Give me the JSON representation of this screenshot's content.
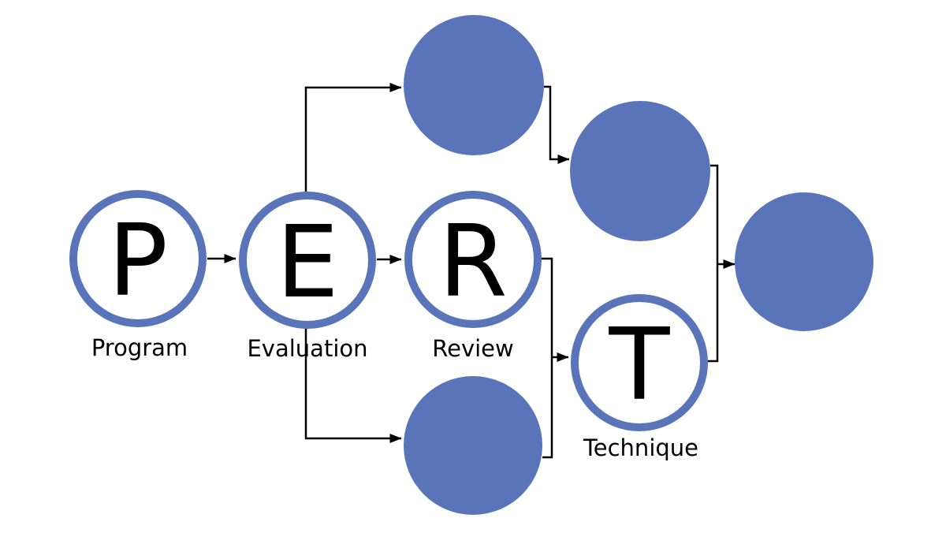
{
  "diagram": {
    "acronym": "PERT",
    "acronym_nodes": [
      {
        "letter": "P",
        "label": "Program"
      },
      {
        "letter": "E",
        "label": "Evaluation"
      },
      {
        "letter": "R",
        "label": "Review"
      },
      {
        "letter": "T",
        "label": "Technique"
      }
    ],
    "plain_node_count": 4
  },
  "colors": {
    "node_blue": "#5A74BA",
    "connector": "#000000",
    "letter": "#000000",
    "background": "#FFFFFF"
  }
}
